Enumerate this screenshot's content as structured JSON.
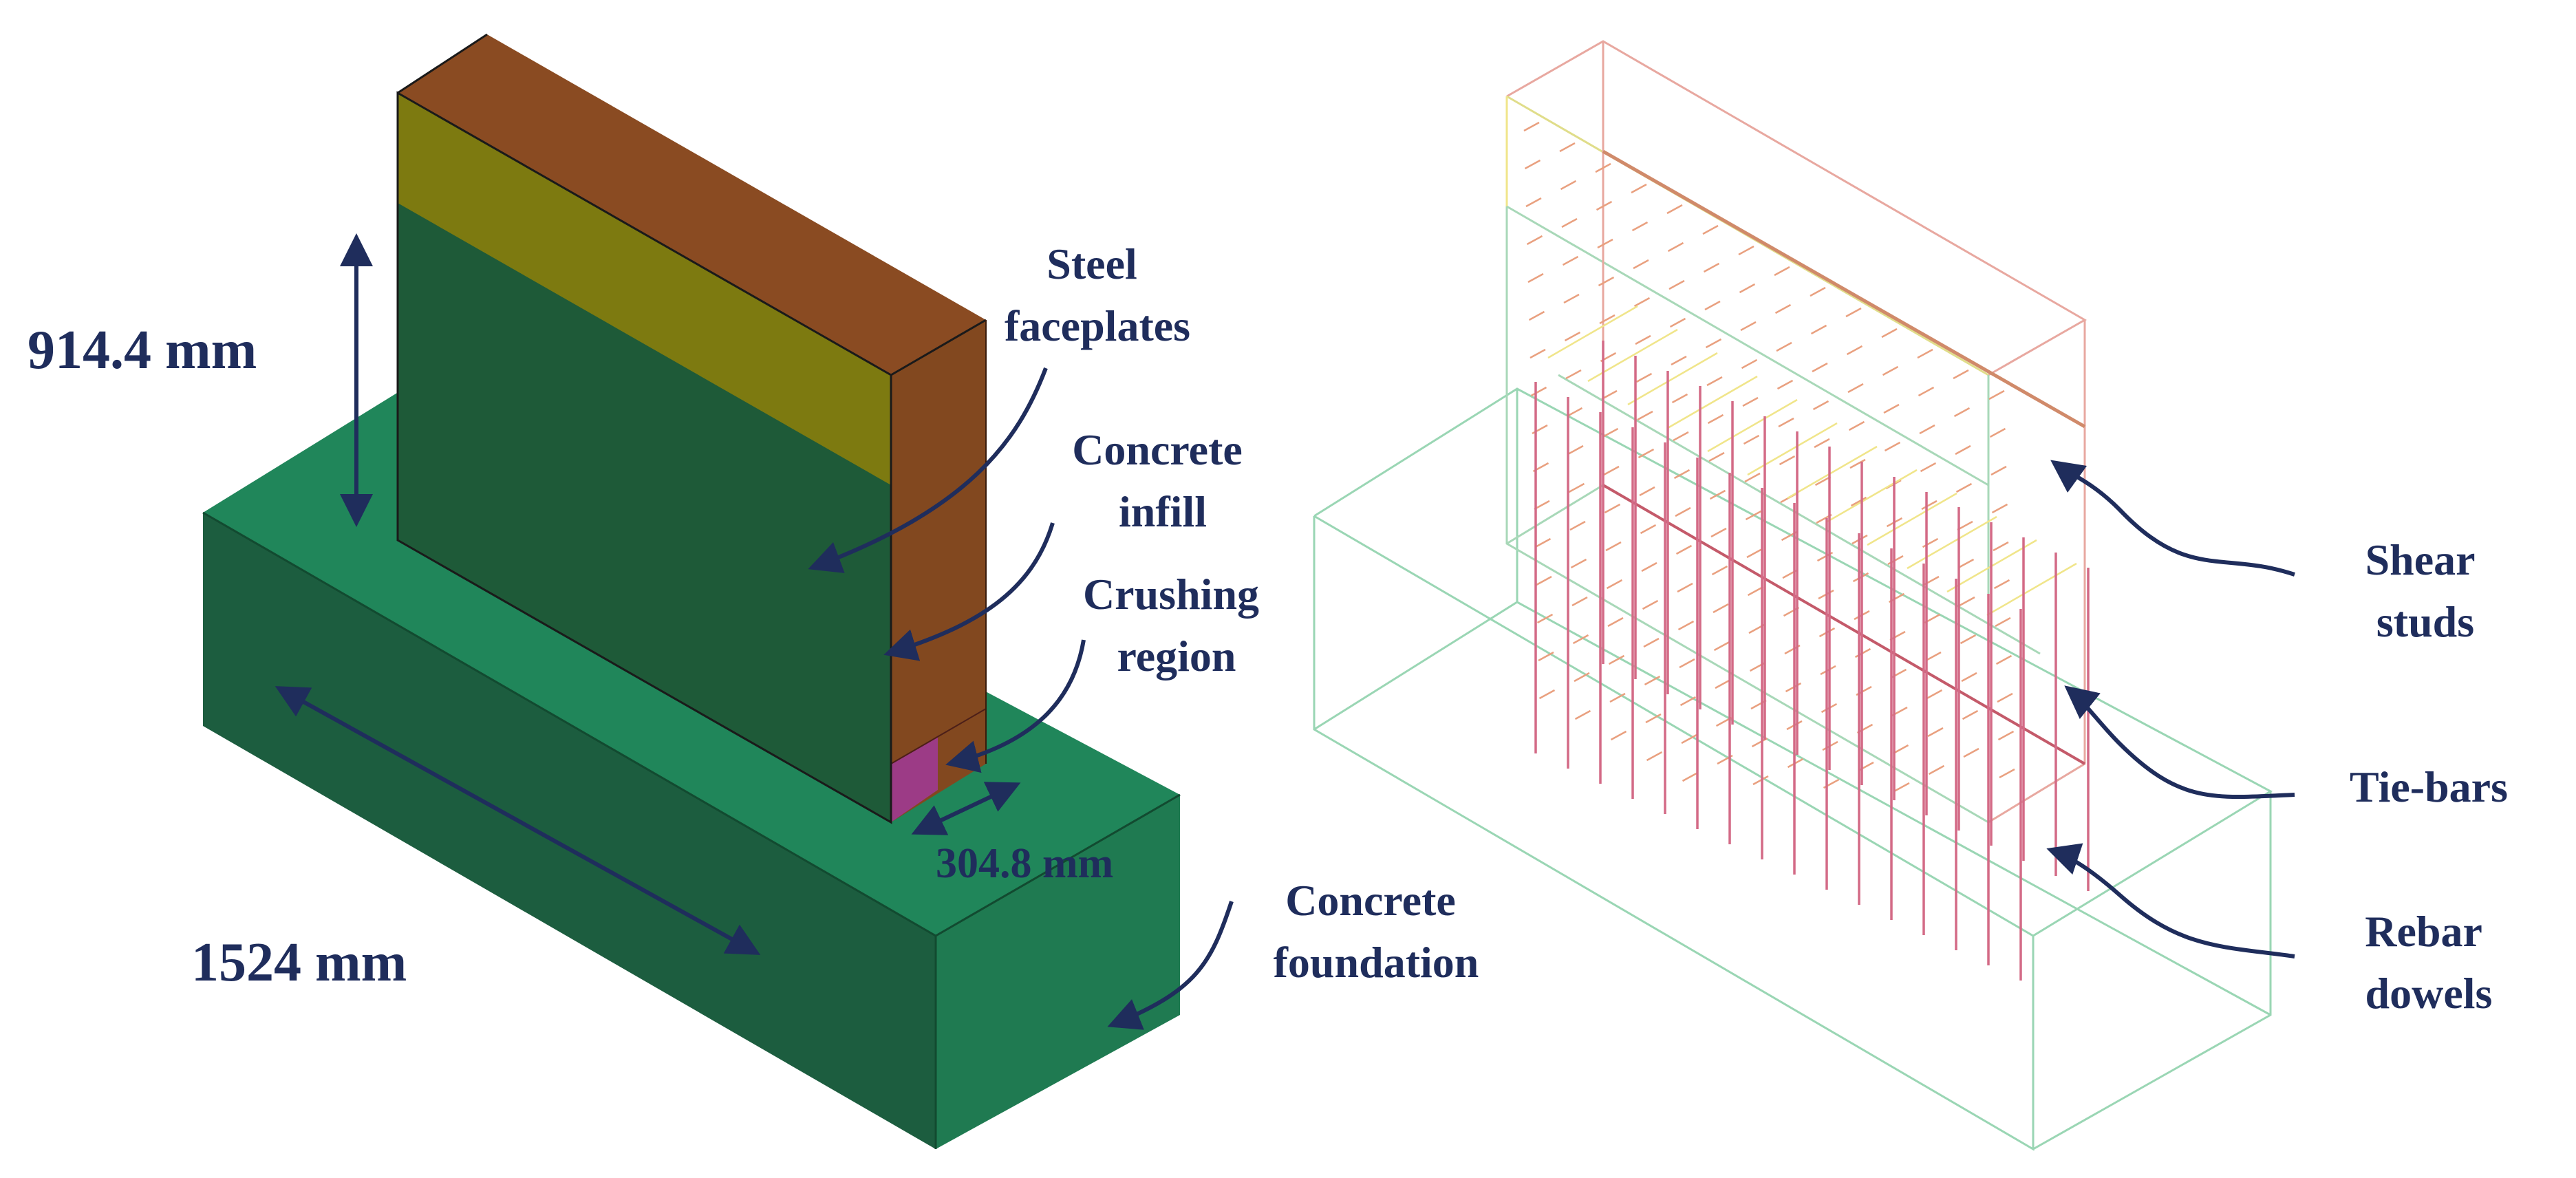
{
  "left_figure": {
    "dimensions": {
      "height": "914.4 mm",
      "length": "1524 mm",
      "thickness": "304.8 mm"
    },
    "callouts": {
      "steel_faceplates": [
        "Steel",
        "faceplates"
      ],
      "concrete_infill": [
        "Concrete",
        "infill"
      ],
      "crushing_region": [
        "Crushing",
        "region"
      ],
      "concrete_foundation": [
        "Concrete",
        "foundation"
      ]
    }
  },
  "right_figure": {
    "callouts": {
      "shear_studs": [
        "Shear",
        "studs"
      ],
      "tie_bars": [
        "Tie-bars"
      ],
      "rebar_dowels": [
        "Rebar",
        "dowels"
      ]
    }
  },
  "colors": {
    "foundation_top": "#20865a",
    "foundation_front": "#1c5d3f",
    "foundation_side": "#1f7a51",
    "wall_front_green": "#1e5a38",
    "wall_front_olive": "#7d7a10",
    "wall_top": "#8a4b22",
    "wall_side": "#82481f",
    "crushing": "#9c3b86",
    "annotation": "#1f2d5c",
    "wire_wall": "#e8a8a0",
    "wire_wall_green": "#a8d8b8",
    "wire_foundation": "#9ad6b4",
    "rebar": "#d36a86",
    "tie_bar": "#f0e58a"
  }
}
